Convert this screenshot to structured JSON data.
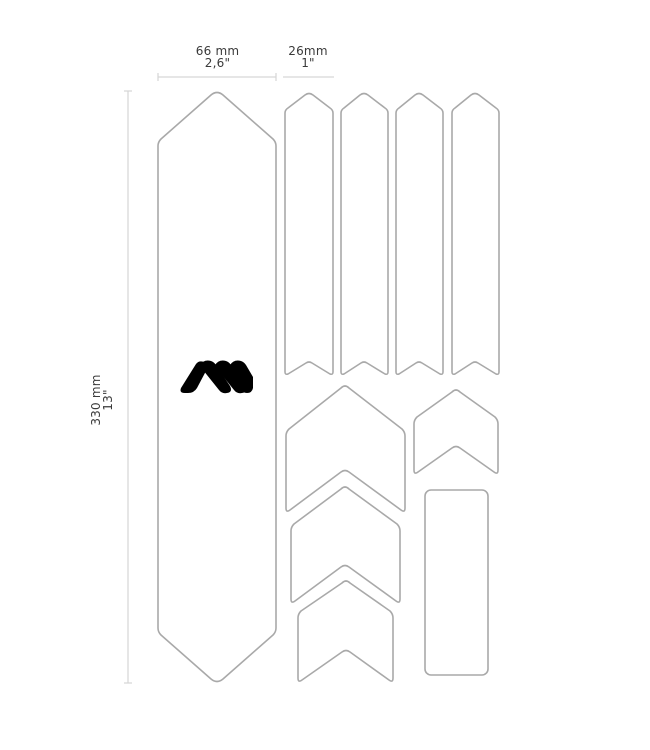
{
  "title": "Frame protection kit layout",
  "dimensions": {
    "width_large": {
      "metric": "66 mm",
      "imperial": "2,6\""
    },
    "width_strip": {
      "metric": "26mm",
      "imperial": "1\""
    },
    "height": {
      "metric": "330 mm",
      "imperial": "13\""
    }
  },
  "logo": {
    "name": "brand-logo",
    "color": "#000000"
  },
  "colors": {
    "outline": "#a9a9a9",
    "dimension_line": "#d6d6d6",
    "text": "#3a3a3a",
    "background": "#ffffff"
  },
  "pieces": [
    {
      "id": "large-panel",
      "shape": "elongated-hexagon"
    },
    {
      "id": "strip-1",
      "shape": "arrow-strip"
    },
    {
      "id": "strip-2",
      "shape": "arrow-strip"
    },
    {
      "id": "strip-3",
      "shape": "arrow-strip"
    },
    {
      "id": "strip-4",
      "shape": "arrow-strip"
    },
    {
      "id": "chevron-large",
      "shape": "chevron"
    },
    {
      "id": "chevron-medium",
      "shape": "chevron"
    },
    {
      "id": "chevron-small-bottom",
      "shape": "chevron"
    },
    {
      "id": "chevron-small-right",
      "shape": "chevron"
    },
    {
      "id": "rectangle",
      "shape": "rounded-rectangle"
    }
  ]
}
